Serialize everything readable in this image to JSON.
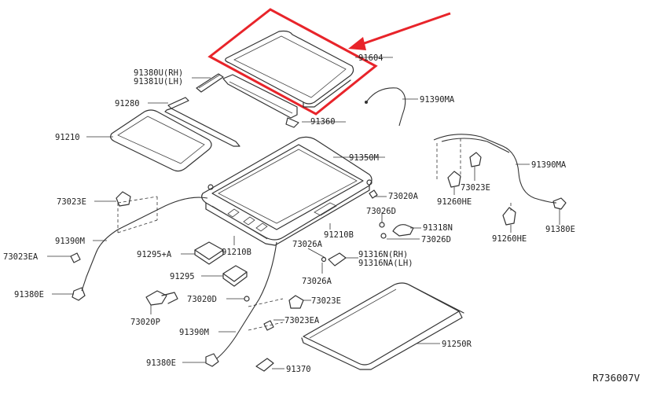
{
  "diagram_ref": "R736007V",
  "highlight": {
    "color": "#e8242a",
    "target_label": "91604"
  },
  "labels": {
    "p91604": "91604",
    "p91380u_rh": "91380U(RH)",
    "p91381u_lh": "91381U(LH)",
    "p91280": "91280",
    "p91360": "91360",
    "p91390ma_top": "91390MA",
    "p91210": "91210",
    "p91350m": "91350M",
    "p91390ma_right": "91390MA",
    "p73023e_right": "73023E",
    "p91260he_left": "91260HE",
    "p73020a": "73020A",
    "p73026d_top": "73026D",
    "p91318n": "91318N",
    "p73026d_bottom": "73026D",
    "p91260he_right": "91260HE",
    "p91380e_right": "91380E",
    "p73023e_left": "73023E",
    "p91390m_left": "91390M",
    "p73023ea_left": "73023EA",
    "p91210b_right": "91210B",
    "p91295_plus_a": "91295+A",
    "p91210b_center": "91210B",
    "p73026a_top": "73026A",
    "p91316n_rh": "91316N(RH)",
    "p91316na_lh": "91316NA(LH)",
    "p91295": "91295",
    "p73026a_bottom": "73026A",
    "p91380e_left": "91380E",
    "p73020d": "73020D",
    "p73023e_center": "73023E",
    "p73020p": "73020P",
    "p73023ea_center": "73023EA",
    "p91390m_center": "91390M",
    "p91250r": "91250R",
    "p91380e_bottom": "91380E",
    "p91370": "91370"
  }
}
